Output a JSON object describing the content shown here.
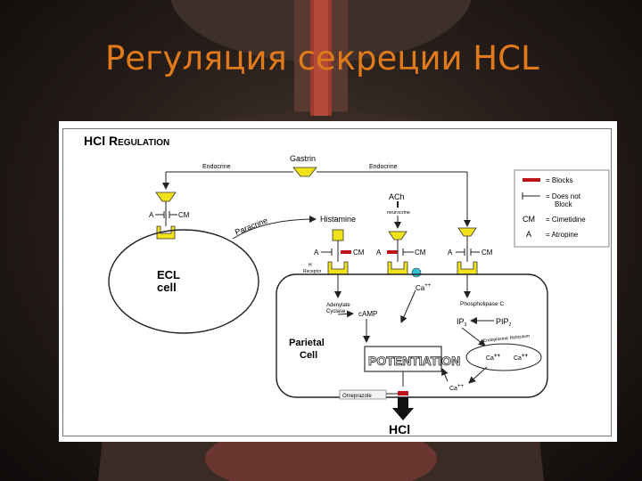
{
  "slide": {
    "title": "Регуляция секреции HCL"
  },
  "diagram": {
    "heading_main": "HCl R",
    "heading_small": "EGULATION",
    "gastrin": "Gastrin",
    "endocrine_left": "Endocrine",
    "endocrine_right": "Endocrine",
    "ach": "ACh",
    "neurocrine": "neurocrine",
    "paracrine": "Paracrine",
    "histamine": "Histamine",
    "ecl_line1": "ECL",
    "ecl_line2": "cell",
    "ecl_a": "A",
    "ecl_cm": "CM",
    "h2_a": "A",
    "h2_cm": "CM",
    "ach_a": "A",
    "ach_cm": "CM",
    "gas_a": "A",
    "gas_cm": "CM",
    "h2_receptor_1": "H",
    "h2_receptor_2": "Receptor",
    "ca_small": "Ca",
    "ca_plus": "++",
    "adenylate_1": "Adenylate",
    "adenylate_2": "Cyclase",
    "camp": "cAMP",
    "phospholipase": "Phospholipase C",
    "ip3": "IP",
    "ip3_sub": "3",
    "pip2": "PIP",
    "pip2_sub": "2",
    "er_label": "Endoplasmic Reticulum",
    "er_ca1": "Ca",
    "er_ca2": "Ca",
    "ca_out": "Ca",
    "parietal_1": "Parietal",
    "parietal_2": "Cell",
    "potentiation": "POTENTIATION",
    "omeprazole": "Omeprazole",
    "hcl_out": "HCl"
  },
  "legend": {
    "blocks": "= Blocks",
    "does_not_block_1": "= Does not",
    "does_not_block_2": "Block",
    "cm": "CM",
    "cm_desc": "= Cimetidine",
    "a": "A",
    "a_desc": "= Atropine"
  },
  "colors": {
    "title": "#e07a1a",
    "receptor": "#f2e21a",
    "block": "#c0141b",
    "calcium_channel": "#33c3d6"
  }
}
